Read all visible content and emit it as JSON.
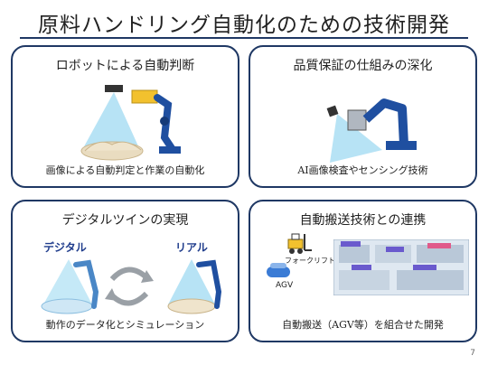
{
  "slide": {
    "title": "原料ハンドリング自動化のための技術開発",
    "page_number": "7"
  },
  "cards": [
    {
      "heading": "ロボットによる自動判断",
      "caption": "画像による自動判定と作業の自動化"
    },
    {
      "heading": "品質保証の仕組みの深化",
      "caption": "AI画像検査やセンシング技術"
    },
    {
      "heading": "デジタルツインの実現",
      "caption": "動作のデータ化とシミュレーション",
      "left_label": "デジタル",
      "right_label": "リアル"
    },
    {
      "heading": "自動搬送技術との連携",
      "caption": "自動搬送（AGV等）を組合せた開発",
      "forklift_label": "フォークリフト",
      "agv_label": "AGV"
    }
  ],
  "colors": {
    "border": "#1f3864",
    "robot_blue": "#1f4fa0",
    "light_cone": "#8fd3f0",
    "label_blue": "#1f3c8c"
  }
}
